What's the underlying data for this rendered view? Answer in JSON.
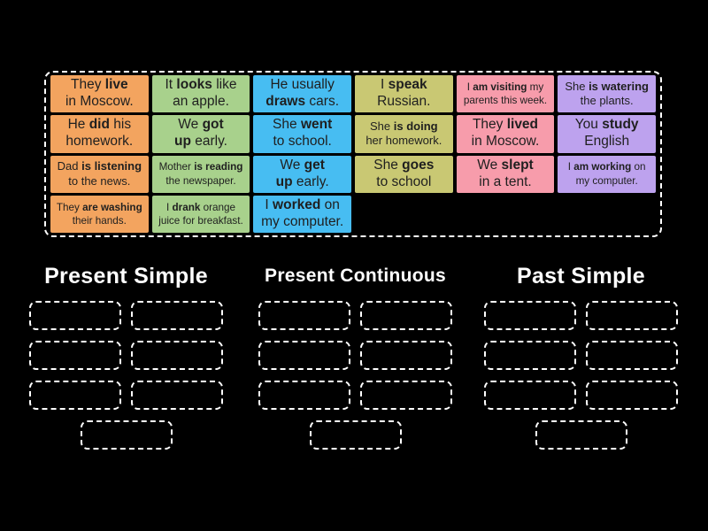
{
  "palette": {
    "orange": "#f3a45f",
    "green": "#a8d18c",
    "blue": "#47bdf2",
    "olive": "#c9c873",
    "pink": "#f79cab",
    "purple": "#bda2ee",
    "card_text": "#1f1f1f",
    "background": "#000000",
    "dashed_border": "#ffffff",
    "header_text": "#ffffff"
  },
  "pool": {
    "cards": [
      {
        "text": "They **live**\nin Moscow.",
        "color": "orange",
        "size": "lg"
      },
      {
        "text": "It **looks** like\nan apple.",
        "color": "green",
        "size": "lg"
      },
      {
        "text": "He usually\n**draws** cars.",
        "color": "blue",
        "size": "lg"
      },
      {
        "text": "I **speak**\nRussian.",
        "color": "olive",
        "size": "lg"
      },
      {
        "text": "I **am visiting** my\nparents this week.",
        "color": "pink",
        "size": "sm"
      },
      {
        "text": "She **is watering**\nthe plants.",
        "color": "purple",
        "size": "md"
      },
      {
        "text": "He **did** his\nhomework.",
        "color": "orange",
        "size": "lg"
      },
      {
        "text": "We **got**\n**up** early.",
        "color": "green",
        "size": "lg"
      },
      {
        "text": "She **went**\nto school.",
        "color": "blue",
        "size": "lg"
      },
      {
        "text": "She **is doing**\nher homework.",
        "color": "olive",
        "size": "md"
      },
      {
        "text": "They **lived**\nin Moscow.",
        "color": "pink",
        "size": "lg"
      },
      {
        "text": "You **study**\nEnglish",
        "color": "purple",
        "size": "lg"
      },
      {
        "text": "Dad **is listening**\nto the news.",
        "color": "orange",
        "size": "md"
      },
      {
        "text": "Mother **is reading**\nthe newspaper.",
        "color": "green",
        "size": "sm"
      },
      {
        "text": "We **get**\n**up** early.",
        "color": "blue",
        "size": "lg"
      },
      {
        "text": "She **goes**\nto school",
        "color": "olive",
        "size": "lg"
      },
      {
        "text": "We **slept**\nin a tent.",
        "color": "pink",
        "size": "lg"
      },
      {
        "text": "I **am working** on\nmy computer.",
        "color": "purple",
        "size": "sm"
      },
      {
        "text": "They **are washing**\ntheir hands.",
        "color": "orange",
        "size": "sm"
      },
      {
        "text": "I **drank** orange\njuice for breakfast.",
        "color": "green",
        "size": "sm"
      },
      {
        "text": "I **worked** on\nmy computer.",
        "color": "blue",
        "size": "lg"
      }
    ]
  },
  "groups": [
    {
      "title": "Present Simple",
      "empty_slots": 7
    },
    {
      "title": "Present Continuous",
      "empty_slots": 7
    },
    {
      "title": "Past Simple",
      "empty_slots": 7
    }
  ]
}
